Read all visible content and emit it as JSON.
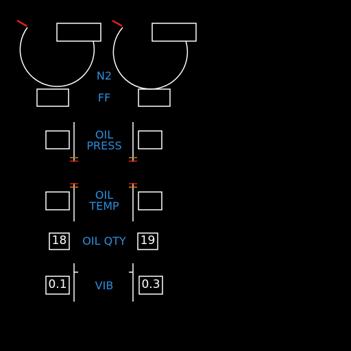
{
  "colors": {
    "background": "#000000",
    "frame": "#ffffff",
    "label": "#2c8fe0",
    "limit_marker": "#e0201a",
    "caution_marker": "#e07a10"
  },
  "labels": {
    "n2": "N2",
    "ff": "FF",
    "oil_press_line1": "OIL",
    "oil_press_line2": "PRESS",
    "oil_temp_line1": "OIL",
    "oil_temp_line2": "TEMP",
    "oil_qty": "OIL QTY",
    "vib": "VIB"
  },
  "engines": [
    {
      "n2": "",
      "ff": "",
      "oil_press": "",
      "oil_temp": "",
      "oil_qty": "18",
      "vib": "0.1"
    },
    {
      "n2": "",
      "ff": "",
      "oil_press": "",
      "oil_temp": "",
      "oil_qty": "19",
      "vib": "0.3"
    }
  ]
}
